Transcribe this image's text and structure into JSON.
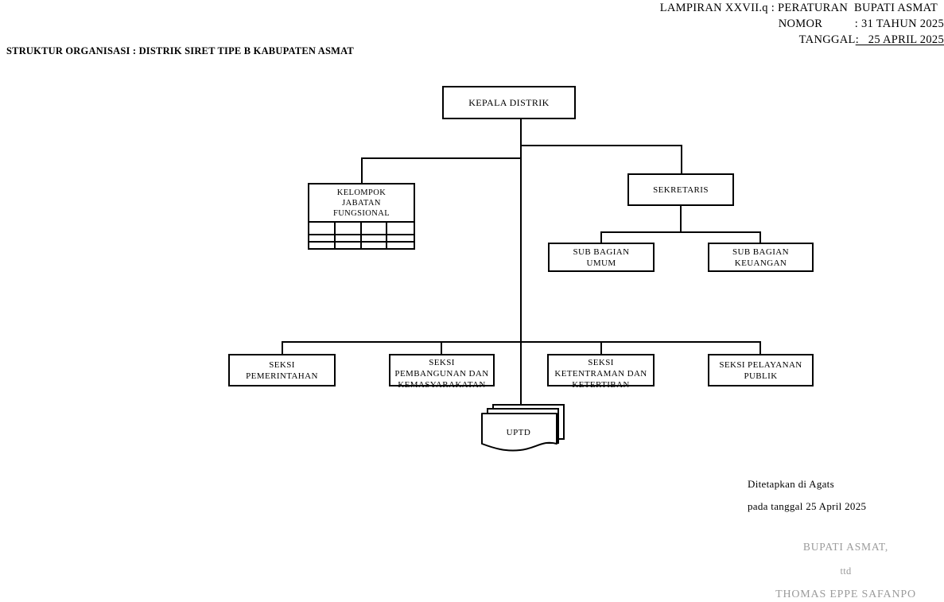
{
  "header": {
    "lampiran_label": "LAMPIRAN XXVII.q",
    "lampiran_sep": ":",
    "lampiran_value": "PERATURAN  BUPATI ASMAT",
    "nomor_label": "NOMOR",
    "nomor_value": ": 31 TAHUN 2025",
    "tanggal_label": "TANGGAL",
    "tanggal_value": ":   25 APRIL 2025"
  },
  "chart": {
    "title": "STRUKTUR ORGANISASI : DISTRIK SIRET TIPE B KABUPATEN ASMAT",
    "nodes": {
      "kepala": {
        "line1": "KEPALA DISTRIK"
      },
      "kelompok": {
        "line1": "KELOMPOK",
        "line2": "JABATAN",
        "line3": "FUNGSIONAL"
      },
      "sekretaris": {
        "line1": "SEKRETARIS"
      },
      "sub_umum": {
        "line1": "SUB BAGIAN",
        "line2": "UMUM"
      },
      "sub_keuangan": {
        "line1": "SUB  BAGIAN",
        "line2": "KEUANGAN"
      },
      "seksi_pemerintahan": {
        "line1": "SEKSI",
        "line2": "PEMERINTAHAN",
        "line3": ""
      },
      "seksi_pembangunan": {
        "line1": "SEKSI",
        "line2": "PEMBANGUNAN  DAN",
        "line3": "KEMASYARAKATAN"
      },
      "seksi_ketentraman": {
        "line1": "SEKSI",
        "line2": "KETENTRAMAN DAN",
        "line3": "KETERTIBAN"
      },
      "seksi_pelayanan": {
        "line1": "SEKSI  PELAYANAN",
        "line2": "PUBLIK",
        "line3": ""
      },
      "uptd": {
        "line1": "UPTD"
      }
    },
    "colors": {
      "line": "#000000",
      "box_border": "#000000",
      "background": "#ffffff",
      "signature_gray": "#9b9b9b"
    }
  },
  "signature": {
    "place": "Ditetapkan di Agats",
    "date": "pada tanggal 25 April 2025",
    "bupati": "BUPATI ASMAT,",
    "ttd": "ttd",
    "name": "THOMAS EPPE SAFANPO"
  }
}
